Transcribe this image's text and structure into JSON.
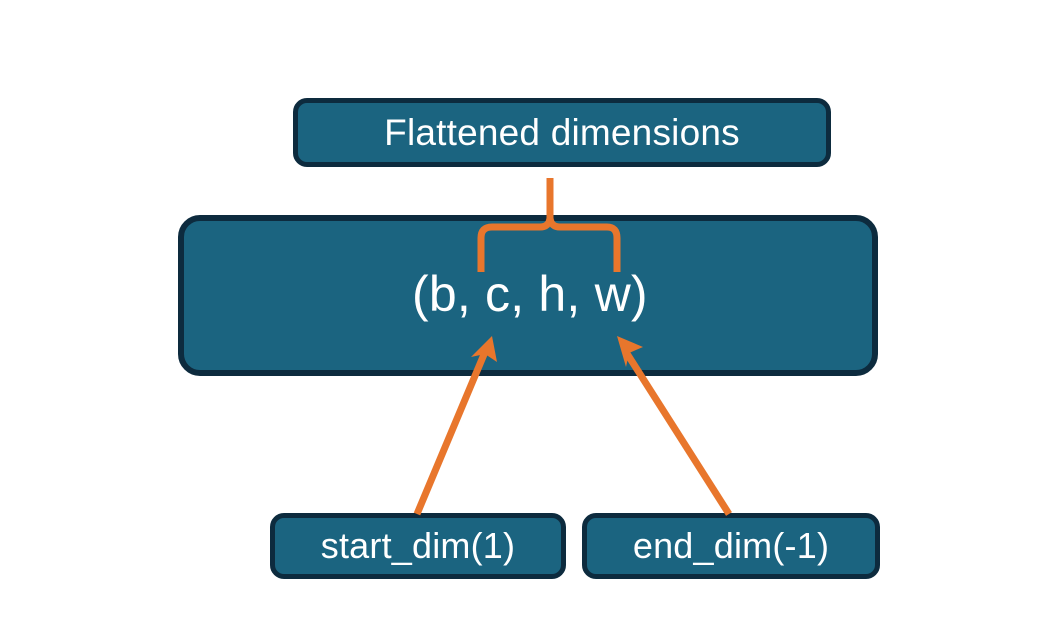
{
  "diagram": {
    "title_note": "torch.flatten dimension range diagram",
    "background_color": "#ffffff",
    "box_fill_color": "#1b6480",
    "box_border_color": "#0d2b3e",
    "accent_color": "#e8762c",
    "text_color": "#ffffff",
    "nodes": {
      "flattened": {
        "label": "Flattened dimensions",
        "role": "callout-label"
      },
      "shape": {
        "label": "(b, c, h, w)",
        "role": "tensor-shape"
      },
      "start_dim": {
        "label": "start_dim(1)",
        "role": "argument"
      },
      "end_dim": {
        "label": "end_dim(-1)",
        "role": "argument"
      }
    },
    "annotations": {
      "brace": {
        "name": "flattened-range-brace",
        "spans_dims": "c through w",
        "points_to": "Flattened dimensions"
      },
      "arrow_start": {
        "name": "start-dim-arrow",
        "from": "start_dim(1)",
        "to": "c"
      },
      "arrow_end": {
        "name": "end-dim-arrow",
        "from": "end_dim(-1)",
        "to": "w"
      }
    }
  }
}
